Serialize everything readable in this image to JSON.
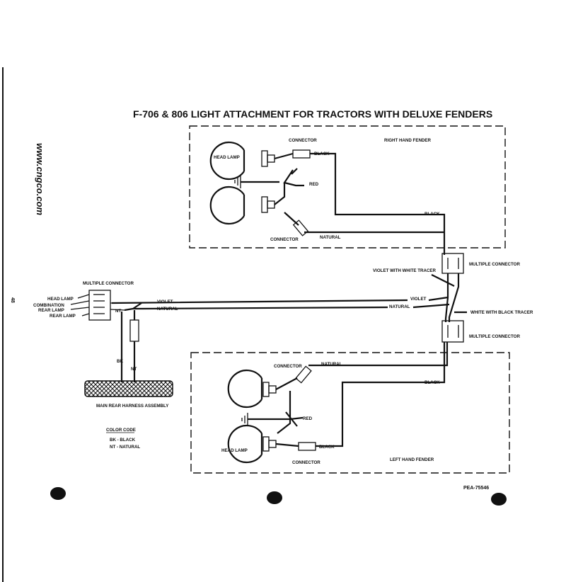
{
  "diagram": {
    "title": "F-706 & 806  LIGHT ATTACHMENT FOR TRACTORS WITH DELUXE FENDERS",
    "side_url": "www.cngco.com",
    "page_number": "48",
    "part_number": "PEA-75546",
    "right_fender": {
      "title": "RIGHT HAND FENDER",
      "head_lamp": "HEAD LAMP",
      "connector_top": "CONNECTOR",
      "connector_bottom": "CONNECTOR",
      "black": "BLACK",
      "red": "RED",
      "black_out": "BLACK",
      "natural": "NATURAL"
    },
    "left_fender": {
      "title": "LEFT HAND FENDER",
      "head_lamp": "HEAD LAMP",
      "connector_top": "CONNECTOR",
      "connector_bottom": "CONNECTOR",
      "natural": "NATURAL",
      "black_out": "BLACK",
      "red": "RED",
      "black": "BLACK"
    },
    "connectors": {
      "upper": "MULTIPLE CONNECTOR",
      "lower": "MULTIPLE CONNECTOR",
      "left": "MULTIPLE CONNECTOR"
    },
    "tracers": {
      "violet_white": "VIOLET WITH WHITE TRACER",
      "white_black": "WHITE WITH BLACK TRACER"
    },
    "harness_wires": {
      "violet_left": "VIOLET",
      "natural_left": "NATURAL",
      "violet_right": "VIOLET",
      "natural_right": "NATURAL",
      "nt": "NT",
      "bk": "BK",
      "nt2": "NT"
    },
    "left_labels": {
      "head_lamp": "HEAD LAMP",
      "combination": "COMBINATION",
      "rear_lamp": "REAR LAMP",
      "rear_lamp2": "REAR LAMP"
    },
    "harness_name": "MAIN REAR HARNESS ASSEMBLY",
    "color_code": {
      "title": "COLOR CODE",
      "bk": "BK  -  BLACK",
      "nt": "NT  -  NATURAL"
    }
  }
}
